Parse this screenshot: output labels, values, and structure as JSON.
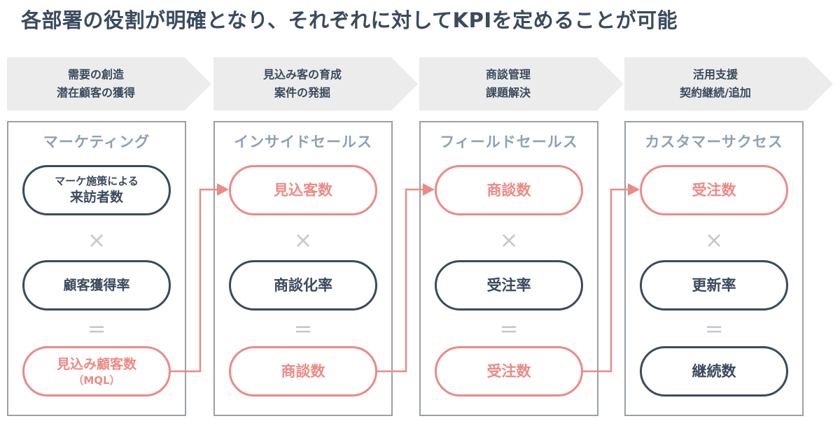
{
  "title": "各部署の役割が明確となり、それぞれに対してKPIを定めることが可能",
  "phases": [
    {
      "line1": "需要の創造",
      "line2": "潜在顧客の獲得"
    },
    {
      "line1": "見込み客の育成",
      "line2": "案件の発掘"
    },
    {
      "line1": "商談管理",
      "line2": "課題解決"
    },
    {
      "line1": "活用支援",
      "line2": "契約継続/追加"
    }
  ],
  "columns": [
    {
      "header": "マーケティング",
      "top": {
        "line1": "マーケ施策による",
        "line2": "来訪者数"
      },
      "middle": "顧客獲得率",
      "bottom": {
        "line1": "見込み顧客数",
        "line2": "（MQL）"
      }
    },
    {
      "header": "インサイドセールス",
      "top": "見込客数",
      "middle": "商談化率",
      "bottom": "商談数"
    },
    {
      "header": "フィールドセールス",
      "top": "商談数",
      "middle": "受注率",
      "bottom": "受注数"
    },
    {
      "header": "カスタマーサクセス",
      "top": "受注数",
      "middle": "更新率",
      "bottom": "継続数"
    }
  ],
  "operators": {
    "multiply": "×",
    "equals": "="
  },
  "colors": {
    "dark": "#3b4a5e",
    "pink": "#ec8a85",
    "header": "#8fa0b4",
    "phase_bg": "#ececec",
    "operator": "#c5c9cf"
  }
}
